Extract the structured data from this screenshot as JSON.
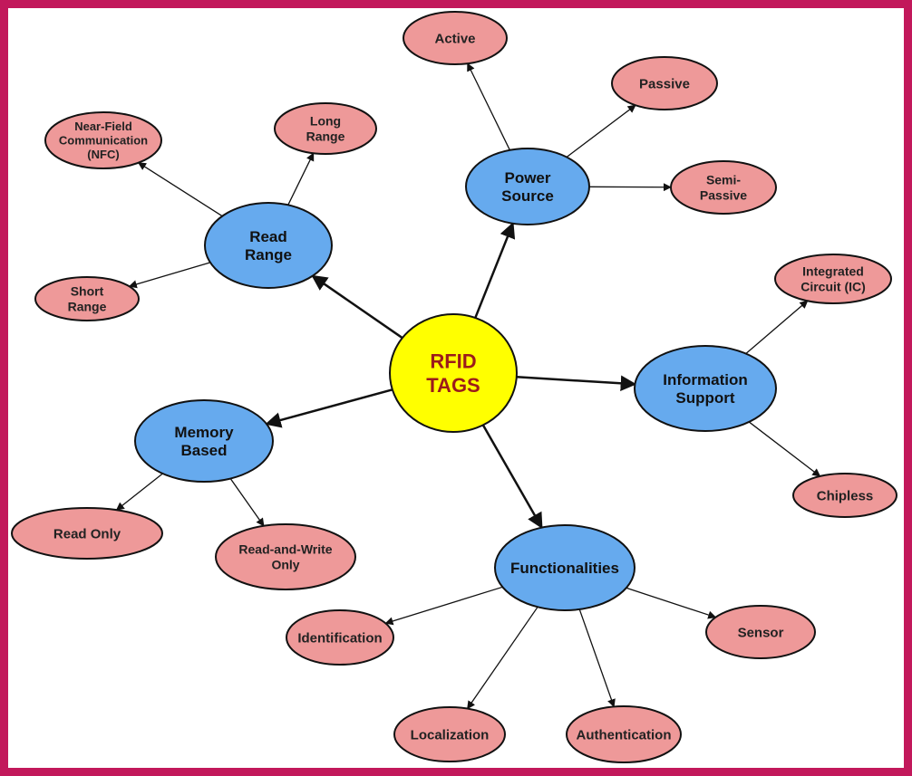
{
  "title": "RFID Tags",
  "colors": {
    "border": "#c2185b",
    "root_fill": "#ffff00",
    "root_text": "#9b1b1b",
    "category_fill": "#66aaee",
    "leaf_fill": "#ee9999"
  },
  "root": {
    "id": "root",
    "label": [
      "RFID",
      "TAGS"
    ]
  },
  "categories": [
    {
      "id": "read",
      "label": [
        "Read",
        "Range"
      ]
    },
    {
      "id": "power",
      "label": [
        "Power",
        "Source"
      ]
    },
    {
      "id": "info",
      "label": [
        "Information",
        "Support"
      ]
    },
    {
      "id": "memory",
      "label": [
        "Memory",
        "Based"
      ]
    },
    {
      "id": "func",
      "label": [
        "Functionalities"
      ]
    }
  ],
  "leaves": [
    {
      "id": "active",
      "parent": "power",
      "label": [
        "Active"
      ]
    },
    {
      "id": "passive",
      "parent": "power",
      "label": [
        "Passive"
      ]
    },
    {
      "id": "semi",
      "parent": "power",
      "label": [
        "Semi-",
        "Passive"
      ]
    },
    {
      "id": "nfc",
      "parent": "read",
      "label": [
        "Near-Field",
        "Communication",
        "(NFC)"
      ]
    },
    {
      "id": "long",
      "parent": "read",
      "label": [
        "Long",
        "Range"
      ]
    },
    {
      "id": "short",
      "parent": "read",
      "label": [
        "Short",
        "Range"
      ]
    },
    {
      "id": "ic",
      "parent": "info",
      "label": [
        "Integrated",
        "Circuit (IC)"
      ]
    },
    {
      "id": "chipless",
      "parent": "info",
      "label": [
        "Chipless"
      ]
    },
    {
      "id": "readonly",
      "parent": "memory",
      "label": [
        "Read Only"
      ]
    },
    {
      "id": "rw",
      "parent": "memory",
      "label": [
        "Read-and-Write",
        "Only"
      ]
    },
    {
      "id": "ident",
      "parent": "func",
      "label": [
        "Identification"
      ]
    },
    {
      "id": "sensor",
      "parent": "func",
      "label": [
        "Sensor"
      ]
    },
    {
      "id": "local",
      "parent": "func",
      "label": [
        "Localization"
      ]
    },
    {
      "id": "auth",
      "parent": "func",
      "label": [
        "Authentication"
      ]
    }
  ]
}
